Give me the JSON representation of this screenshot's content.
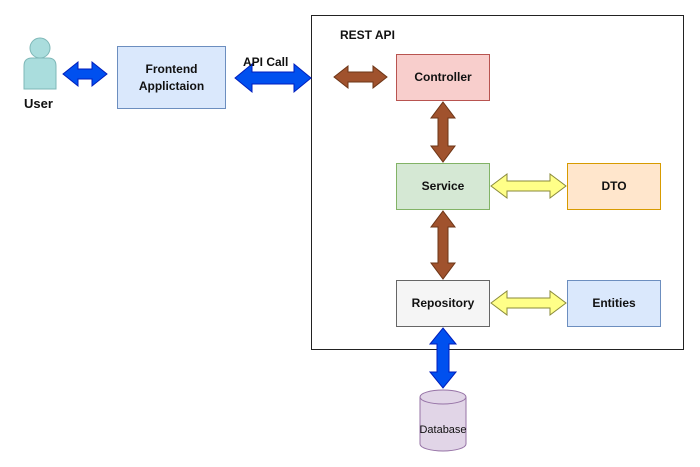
{
  "user": {
    "label": "User"
  },
  "frontend": {
    "label_line1": "Frontend",
    "label_line2": "Applictaion"
  },
  "api_call": {
    "label": "API Call"
  },
  "rest_api": {
    "label": "REST API",
    "controller": "Controller",
    "service": "Service",
    "repository": "Repository",
    "dto": "DTO",
    "entities": "Entities"
  },
  "database": {
    "label": "Database"
  },
  "colors": {
    "blue_arrow": "#0050ef",
    "brown_arrow": "#a0522d",
    "yellow_arrow": "#ffff88",
    "frontend_fill": "#dae8fc",
    "controller_fill": "#f8cecc",
    "service_fill": "#d5e8d4",
    "repository_fill": "#f5f5f5",
    "dto_fill": "#ffe6cc",
    "entities_fill": "#dae8fc",
    "database_fill": "#e1d5e7",
    "user_fill": "#aadddd"
  }
}
